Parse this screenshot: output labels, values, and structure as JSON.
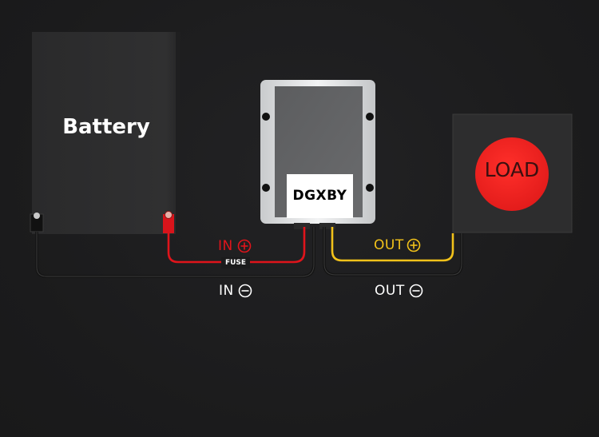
{
  "battery": {
    "label": "Battery"
  },
  "converter": {
    "brand": "DGXBY"
  },
  "load": {
    "label": "LOAD"
  },
  "fuse": {
    "label": "FUSE"
  },
  "terminals": {
    "in_positive": "IN",
    "in_negative": "IN",
    "out_positive": "OUT",
    "out_negative": "OUT"
  },
  "colors": {
    "positive_input_wire": "#e0141b",
    "positive_output_wire": "#f2c21a",
    "negative_wire": "#151515",
    "load_button": "#e8211f",
    "background": "#1c1c1d"
  }
}
